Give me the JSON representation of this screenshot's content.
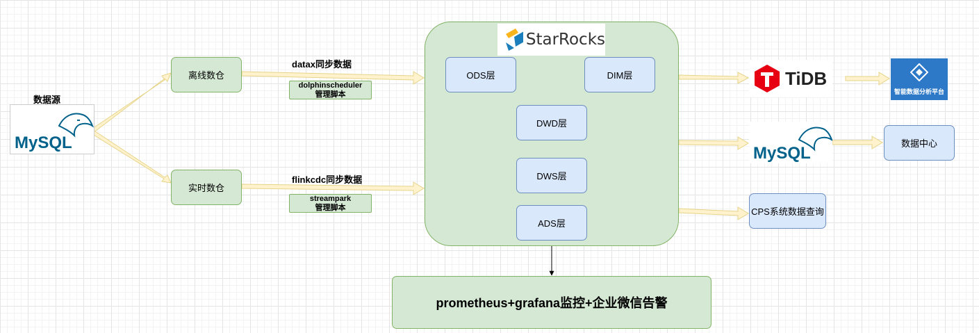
{
  "source": {
    "title": "数据源",
    "logo_text": "MySQL"
  },
  "offline": {
    "label": "离线数仓",
    "tool": "datax同步数据",
    "scheduler_line1": "dolphinscheduler",
    "scheduler_line2": "管理脚本"
  },
  "realtime": {
    "label": "实时数仓",
    "tool": "flinkcdc同步数据",
    "scheduler_line1": "streampark",
    "scheduler_line2": "管理脚本"
  },
  "starrocks": {
    "logo_text": "StarRocks",
    "layers": {
      "ods": "ODS层",
      "dim": "DIM层",
      "dwd": "DWD层",
      "dws": "DWS层",
      "ads": "ADS层"
    }
  },
  "outputs": {
    "tidb_text": "TiDB",
    "platform_text": "智能数据分析平台",
    "mysql_text": "MySQL",
    "data_center": "数据中心",
    "cps": "CPS系统数据查询"
  },
  "monitor": {
    "label": "prometheus+grafana监控+企业微信告警"
  },
  "colors": {
    "green_fill": "#d5e8d4",
    "green_border": "#82b366",
    "blue_fill": "#dae8fc",
    "blue_border": "#6c8ebf",
    "arrow_fill": "#fff2cc",
    "arrow_border": "#e6d48a",
    "tidb_red": "#e60012",
    "mysql_blue": "#00618a",
    "mysql_orange": "#e48e00",
    "platform_blue": "#2d79c7"
  },
  "icons": [
    "mysql-logo",
    "starrocks-logo",
    "tidb-logo",
    "platform-logo"
  ]
}
